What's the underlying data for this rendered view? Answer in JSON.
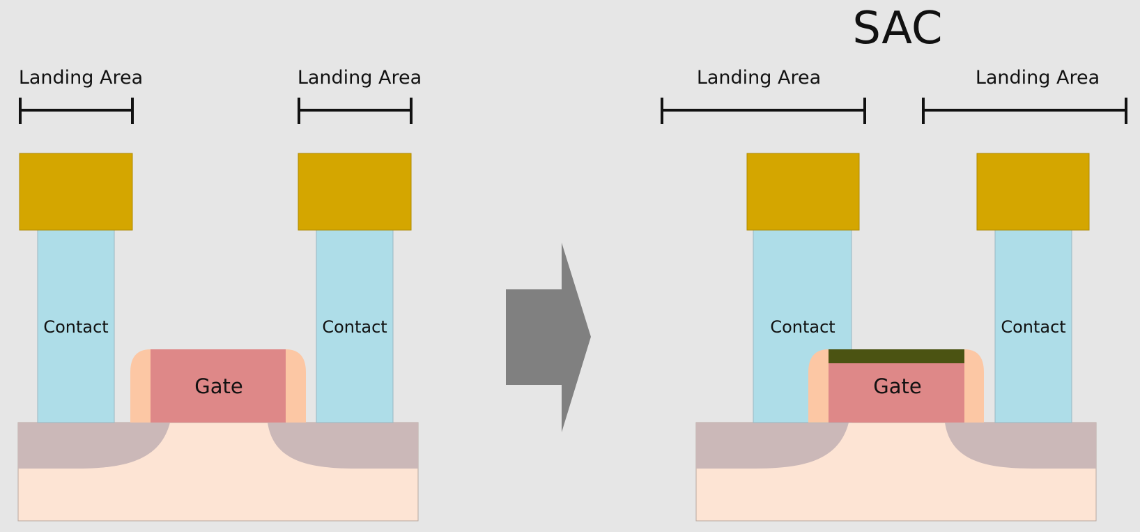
{
  "title": "SAC",
  "landing_label": "Landing Area",
  "contact_label": "Contact",
  "gate_label": "Gate",
  "colors": {
    "background": "#e6e6e6",
    "metal_pad": "#d4a600",
    "contact": "#aedde8",
    "gate": "#de8888",
    "spacer": "#fcc7a4",
    "gate_cap": "#4b5312",
    "substrate": "#fde4d4",
    "diffusion": "#cbb8b8",
    "arrow": "#808080",
    "dimension_line": "#111111"
  }
}
